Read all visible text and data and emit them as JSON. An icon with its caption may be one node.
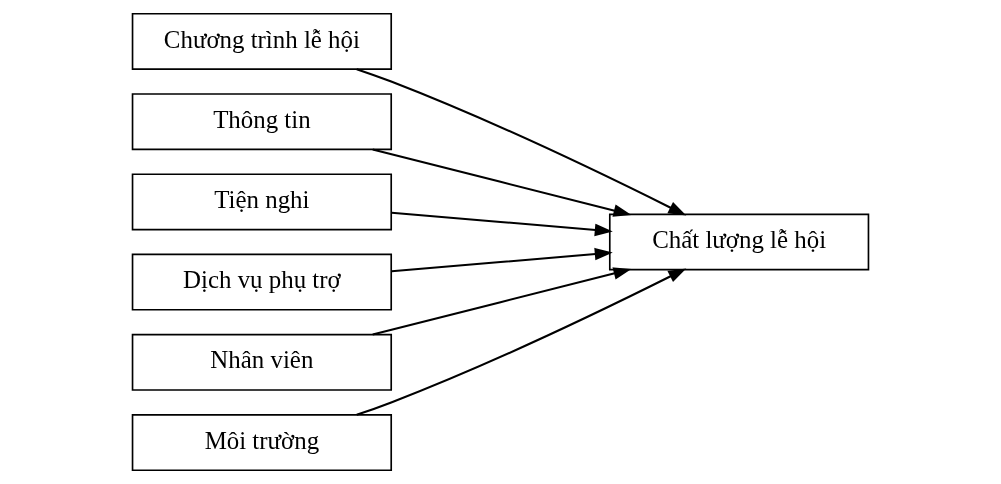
{
  "diagram": {
    "nodes": [
      {
        "text": [
          "Chương trình lễ hội"
        ]
      },
      {
        "text": [
          "Thông tin"
        ]
      },
      {
        "text": [
          "Tiện nghi"
        ]
      },
      {
        "text": [
          "Dịch vụ phụ trợ"
        ]
      },
      {
        "text": [
          "Nhân viên"
        ]
      },
      {
        "text": [
          "Môi trường"
        ]
      },
      {
        "text": [
          "Chất lượng lễ hội"
        ]
      }
    ],
    "edges": [
      {
        "from": 0,
        "to": 6,
        "arrow": "to"
      },
      {
        "from": 1,
        "to": 6,
        "arrow": "to"
      },
      {
        "from": 2,
        "to": 6,
        "arrow": "to"
      },
      {
        "from": 3,
        "to": 6,
        "arrow": "to"
      },
      {
        "from": 4,
        "to": 6,
        "arrow": "to"
      },
      {
        "from": 5,
        "to": 6,
        "arrow": "to"
      }
    ]
  }
}
